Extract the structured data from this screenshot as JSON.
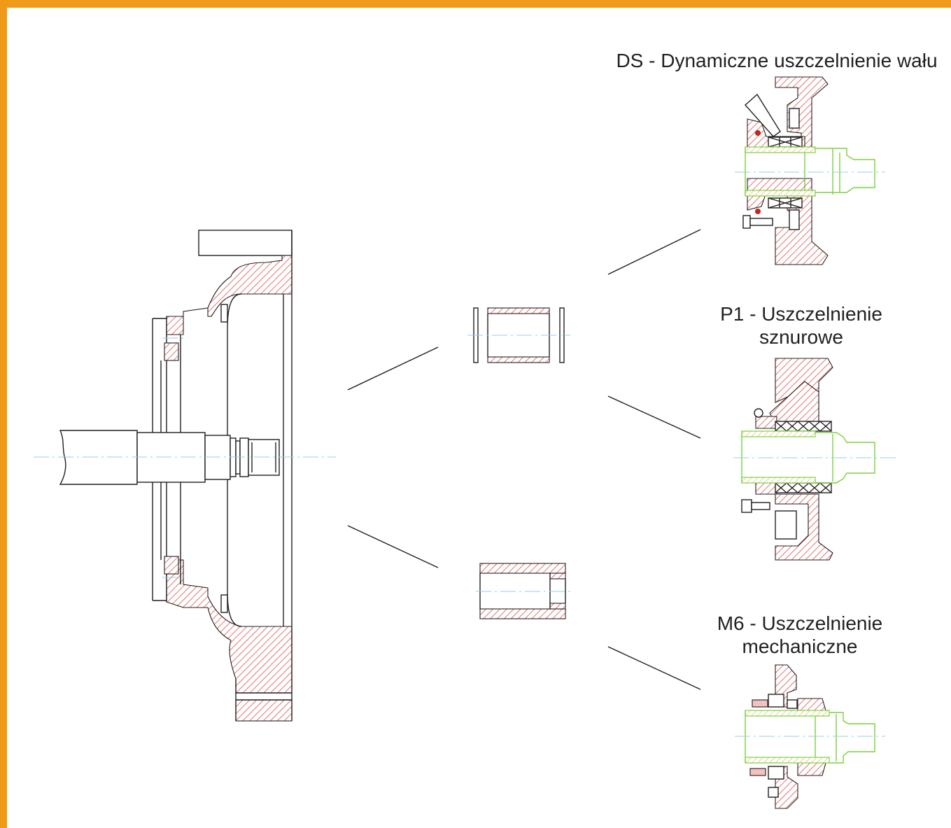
{
  "seal_options": [
    {
      "id": "DS",
      "lines": [
        "DS - Dynamiczne uszczelnienie wału"
      ]
    },
    {
      "id": "P1",
      "lines": [
        "P1 - Uszczelnienie",
        "sznurowe"
      ]
    },
    {
      "id": "M6",
      "lines": [
        "M6 - Uszczelnienie",
        "mechaniczne"
      ]
    }
  ],
  "colors": {
    "frame": "#f09a1a",
    "section_hatch": "#d9534f",
    "shaft": "#7ad13f",
    "axis": "#8fd3e0",
    "ink": "#231f20"
  }
}
